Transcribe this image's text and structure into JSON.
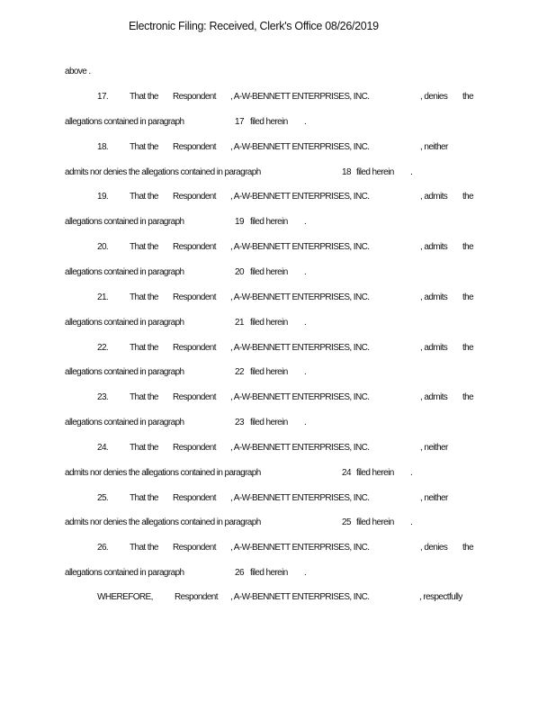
{
  "header": "Electronic Filing: Received, Clerk's Office 08/26/2019",
  "opening_line": "above .",
  "common": {
    "that_the": "That the",
    "respondent": "Respondent",
    "party": ", A-W-BENNETT ENTERPRISES, INC.",
    "allegations": "allegations contained in paragraph",
    "admits_nor_denies": "admits nor denies the allegations contained in paragraph",
    "filed_herein": "filed herein",
    "period": ".",
    "the": "the"
  },
  "paragraphs": [
    {
      "num": "17.",
      "para": "17",
      "verb": ", denies",
      "type": "simple"
    },
    {
      "num": "18.",
      "para": "18",
      "verb": ", neither",
      "type": "neither"
    },
    {
      "num": "19.",
      "para": "19",
      "verb": ", admits",
      "type": "simple"
    },
    {
      "num": "20.",
      "para": "20",
      "verb": ", admits",
      "type": "simple"
    },
    {
      "num": "21.",
      "para": "21",
      "verb": ", admits",
      "type": "simple"
    },
    {
      "num": "22.",
      "para": "22",
      "verb": ", admits",
      "type": "simple"
    },
    {
      "num": "23.",
      "para": "23",
      "verb": ", admits",
      "type": "simple"
    },
    {
      "num": "24.",
      "para": "24",
      "verb": ", neither",
      "type": "neither"
    },
    {
      "num": "25.",
      "para": "25",
      "verb": ", neither",
      "type": "neither"
    },
    {
      "num": "26.",
      "para": "26",
      "verb": ", denies",
      "type": "simple"
    }
  ],
  "closing_line": {
    "wherefore": "WHEREFORE,",
    "respondent": "Respondent",
    "party": ", A-W-BENNETT ENTERPRISES, INC.",
    "rest": ", respectfully"
  }
}
